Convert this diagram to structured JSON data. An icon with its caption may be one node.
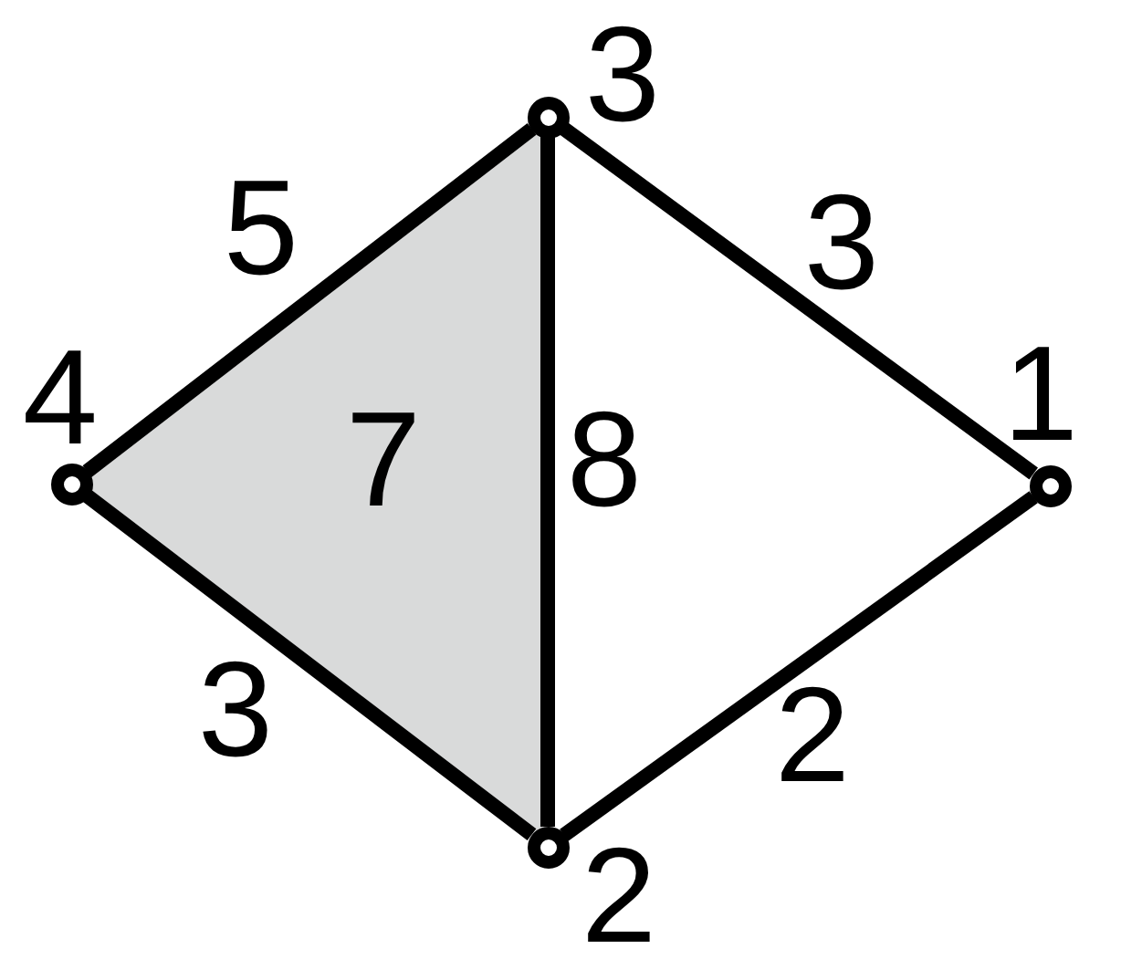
{
  "diagram": {
    "nodes": [
      {
        "text": [],
        "shape": "circle",
        "beside": [
          "3"
        ]
      },
      {
        "text": [],
        "shape": "circle",
        "beside": [
          "4"
        ]
      },
      {
        "text": [
          "7"
        ]
      },
      {
        "text": [],
        "shape": "circle",
        "beside": [
          "1"
        ]
      },
      {
        "text": [],
        "shape": "circle",
        "beside": [
          "2"
        ]
      }
    ],
    "edges": [
      {
        "from": 1,
        "to": 0,
        "arrow": "none",
        "label": "5"
      },
      {
        "from": 0,
        "to": 3,
        "arrow": "none",
        "label": "3"
      },
      {
        "from": 0,
        "to": 4,
        "arrow": "none",
        "label": "8"
      },
      {
        "from": 1,
        "to": 4,
        "arrow": "none",
        "label": "3"
      },
      {
        "from": 4,
        "to": 3,
        "arrow": "none",
        "label": "2"
      }
    ]
  }
}
